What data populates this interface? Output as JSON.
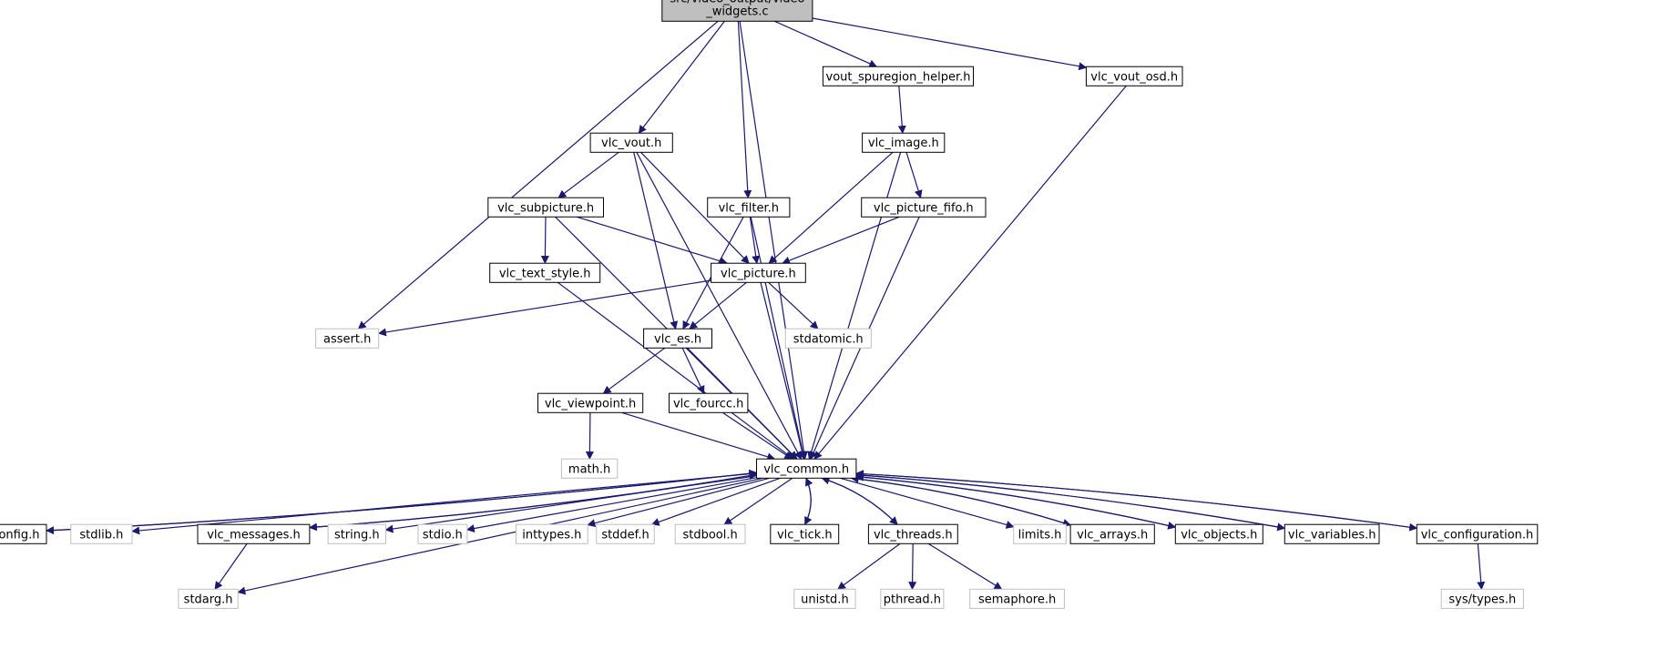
{
  "colors": {
    "edge": "#191970",
    "node_border": "#000000",
    "node_fill": "#ffffff",
    "root_fill": "#bfbfbf",
    "missing_border": "#bfbfbf"
  },
  "nodes": {
    "root": {
      "lines": [
        "src/video_output/video",
        "_widgets.c"
      ],
      "kind": "root"
    },
    "vout_spuregion": {
      "lines": [
        "vout_spuregion_helper.h"
      ],
      "kind": "header"
    },
    "vlc_vout_osd": {
      "lines": [
        "vlc_vout_osd.h"
      ],
      "kind": "header"
    },
    "vlc_vout": {
      "lines": [
        "vlc_vout.h"
      ],
      "kind": "header"
    },
    "vlc_image": {
      "lines": [
        "vlc_image.h"
      ],
      "kind": "header"
    },
    "vlc_subpicture": {
      "lines": [
        "vlc_subpicture.h"
      ],
      "kind": "header"
    },
    "vlc_filter": {
      "lines": [
        "vlc_filter.h"
      ],
      "kind": "header"
    },
    "vlc_picture_fifo": {
      "lines": [
        "vlc_picture_fifo.h"
      ],
      "kind": "header"
    },
    "vlc_text_style": {
      "lines": [
        "vlc_text_style.h"
      ],
      "kind": "header"
    },
    "vlc_picture": {
      "lines": [
        "vlc_picture.h"
      ],
      "kind": "header"
    },
    "assert": {
      "lines": [
        "assert.h"
      ],
      "kind": "missing"
    },
    "vlc_es": {
      "lines": [
        "vlc_es.h"
      ],
      "kind": "header"
    },
    "stdatomic": {
      "lines": [
        "stdatomic.h"
      ],
      "kind": "missing"
    },
    "vlc_viewpoint": {
      "lines": [
        "vlc_viewpoint.h"
      ],
      "kind": "header"
    },
    "vlc_fourcc": {
      "lines": [
        "vlc_fourcc.h"
      ],
      "kind": "header"
    },
    "math": {
      "lines": [
        "math.h"
      ],
      "kind": "missing"
    },
    "vlc_common": {
      "lines": [
        "vlc_common.h"
      ],
      "kind": "header"
    },
    "vlc_config": {
      "lines": [
        "vlc_config.h"
      ],
      "kind": "header"
    },
    "stdlib": {
      "lines": [
        "stdlib.h"
      ],
      "kind": "missing"
    },
    "vlc_messages": {
      "lines": [
        "vlc_messages.h"
      ],
      "kind": "header"
    },
    "string": {
      "lines": [
        "string.h"
      ],
      "kind": "missing"
    },
    "stdio": {
      "lines": [
        "stdio.h"
      ],
      "kind": "missing"
    },
    "inttypes": {
      "lines": [
        "inttypes.h"
      ],
      "kind": "missing"
    },
    "stddef": {
      "lines": [
        "stddef.h"
      ],
      "kind": "missing"
    },
    "stdbool": {
      "lines": [
        "stdbool.h"
      ],
      "kind": "missing"
    },
    "vlc_tick": {
      "lines": [
        "vlc_tick.h"
      ],
      "kind": "header"
    },
    "vlc_threads": {
      "lines": [
        "vlc_threads.h"
      ],
      "kind": "header"
    },
    "limits": {
      "lines": [
        "limits.h"
      ],
      "kind": "missing"
    },
    "vlc_arrays": {
      "lines": [
        "vlc_arrays.h"
      ],
      "kind": "header"
    },
    "vlc_objects": {
      "lines": [
        "vlc_objects.h"
      ],
      "kind": "header"
    },
    "vlc_variables": {
      "lines": [
        "vlc_variables.h"
      ],
      "kind": "header"
    },
    "vlc_configuration": {
      "lines": [
        "vlc_configuration.h"
      ],
      "kind": "header"
    },
    "stdarg": {
      "lines": [
        "stdarg.h"
      ],
      "kind": "missing"
    },
    "unistd": {
      "lines": [
        "unistd.h"
      ],
      "kind": "missing"
    },
    "pthread": {
      "lines": [
        "pthread.h"
      ],
      "kind": "missing"
    },
    "semaphore": {
      "lines": [
        "semaphore.h"
      ],
      "kind": "missing"
    },
    "sys_types": {
      "lines": [
        "sys/types.h"
      ],
      "kind": "missing"
    }
  },
  "edges": [
    [
      "root",
      "assert"
    ],
    [
      "root",
      "vlc_vout"
    ],
    [
      "root",
      "vlc_filter"
    ],
    [
      "root",
      "vout_spuregion"
    ],
    [
      "root",
      "vlc_common"
    ],
    [
      "root",
      "vlc_vout_osd"
    ],
    [
      "vout_spuregion",
      "vlc_image"
    ],
    [
      "vlc_vout_osd",
      "vlc_common"
    ],
    [
      "vlc_vout",
      "vlc_subpicture"
    ],
    [
      "vlc_vout",
      "vlc_picture"
    ],
    [
      "vlc_vout",
      "vlc_es"
    ],
    [
      "vlc_vout",
      "vlc_common"
    ],
    [
      "vlc_image",
      "vlc_picture_fifo"
    ],
    [
      "vlc_image",
      "vlc_picture"
    ],
    [
      "vlc_image",
      "vlc_common"
    ],
    [
      "vlc_subpicture",
      "vlc_text_style"
    ],
    [
      "vlc_subpicture",
      "vlc_picture"
    ],
    [
      "vlc_subpicture",
      "vlc_common"
    ],
    [
      "vlc_filter",
      "vlc_picture"
    ],
    [
      "vlc_filter",
      "vlc_es"
    ],
    [
      "vlc_filter",
      "vlc_common"
    ],
    [
      "vlc_picture_fifo",
      "vlc_picture"
    ],
    [
      "vlc_picture_fifo",
      "vlc_common"
    ],
    [
      "vlc_text_style",
      "vlc_common"
    ],
    [
      "vlc_picture",
      "assert"
    ],
    [
      "vlc_picture",
      "vlc_es"
    ],
    [
      "vlc_picture",
      "stdatomic"
    ],
    [
      "vlc_picture",
      "vlc_common"
    ],
    [
      "vlc_es",
      "vlc_viewpoint"
    ],
    [
      "vlc_es",
      "vlc_fourcc"
    ],
    [
      "vlc_es",
      "vlc_common"
    ],
    [
      "vlc_viewpoint",
      "math"
    ],
    [
      "vlc_viewpoint",
      "vlc_common"
    ],
    [
      "vlc_fourcc",
      "vlc_common"
    ],
    [
      "vlc_common",
      "vlc_config"
    ],
    [
      "vlc_common",
      "stdlib"
    ],
    [
      "vlc_common",
      "vlc_messages"
    ],
    [
      "vlc_common",
      "string"
    ],
    [
      "vlc_common",
      "stdio"
    ],
    [
      "vlc_common",
      "inttypes"
    ],
    [
      "vlc_common",
      "stddef"
    ],
    [
      "vlc_common",
      "stdbool"
    ],
    [
      "vlc_common",
      "vlc_tick"
    ],
    [
      "vlc_common",
      "vlc_threads"
    ],
    [
      "vlc_common",
      "limits"
    ],
    [
      "vlc_common",
      "vlc_arrays"
    ],
    [
      "vlc_common",
      "vlc_objects"
    ],
    [
      "vlc_common",
      "vlc_variables"
    ],
    [
      "vlc_common",
      "vlc_configuration"
    ],
    [
      "vlc_common",
      "stdarg"
    ],
    [
      "vlc_config",
      "vlc_common"
    ],
    [
      "vlc_messages",
      "vlc_common"
    ],
    [
      "vlc_messages",
      "stdarg"
    ],
    [
      "vlc_tick",
      "vlc_common"
    ],
    [
      "vlc_threads",
      "vlc_common"
    ],
    [
      "vlc_threads",
      "unistd"
    ],
    [
      "vlc_threads",
      "pthread"
    ],
    [
      "vlc_threads",
      "semaphore"
    ],
    [
      "vlc_arrays",
      "vlc_common"
    ],
    [
      "vlc_objects",
      "vlc_common"
    ],
    [
      "vlc_variables",
      "vlc_common"
    ],
    [
      "vlc_configuration",
      "vlc_common"
    ],
    [
      "vlc_configuration",
      "sys_types"
    ]
  ]
}
